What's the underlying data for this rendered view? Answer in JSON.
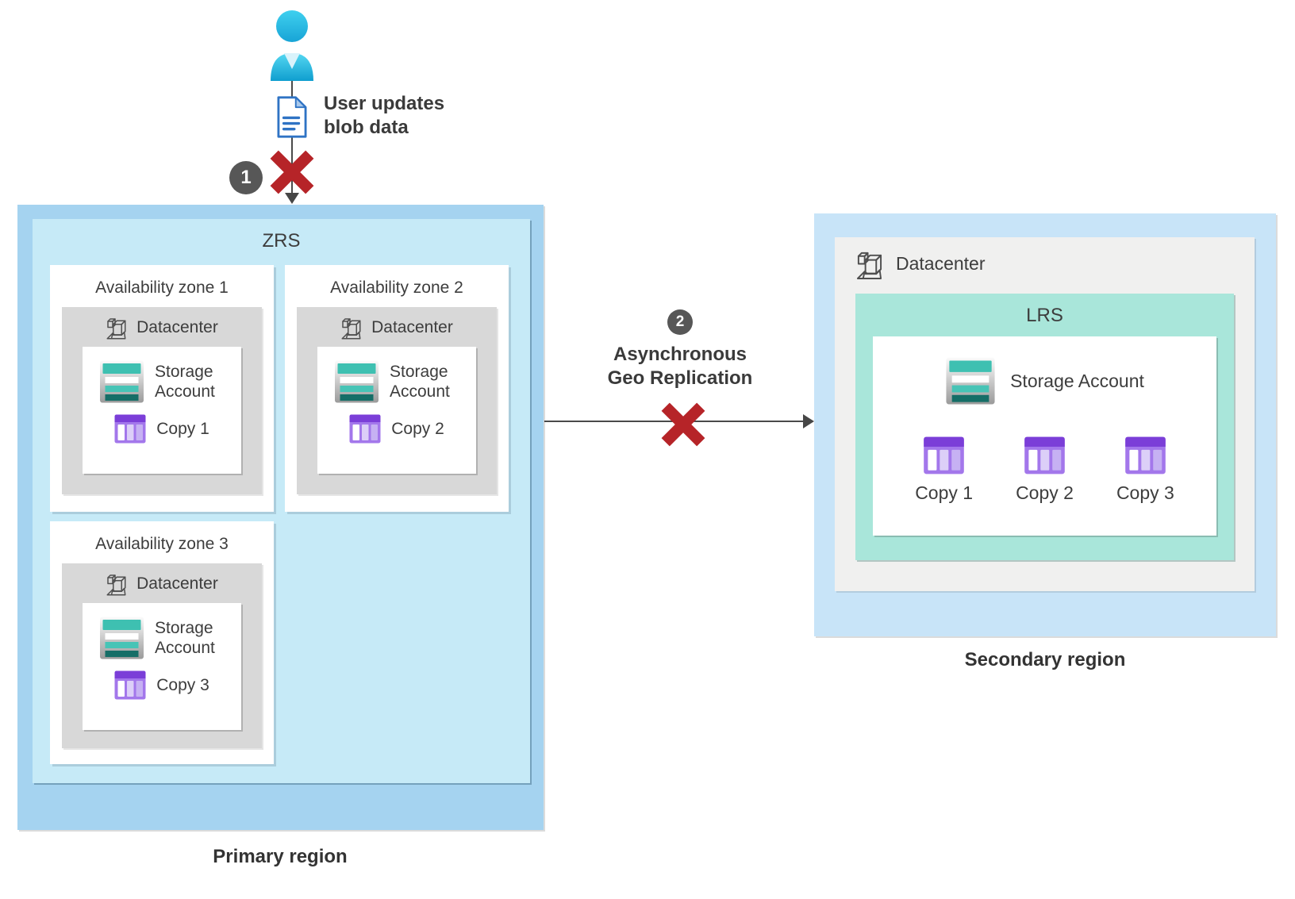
{
  "user_flow": {
    "label": "User updates blob data",
    "step1_badge": "1",
    "step2_badge": "2",
    "replication_label": "Asynchronous Geo Replication"
  },
  "primary": {
    "zrs_title": "ZRS",
    "region_label": "Primary region",
    "zones": [
      {
        "title": "Availability zone 1",
        "datacenter": "Datacenter",
        "storage": "Storage Account",
        "copy": "Copy 1"
      },
      {
        "title": "Availability zone 2",
        "datacenter": "Datacenter",
        "storage": "Storage Account",
        "copy": "Copy 2"
      },
      {
        "title": "Availability zone 3",
        "datacenter": "Datacenter",
        "storage": "Storage Account",
        "copy": "Copy 3"
      }
    ]
  },
  "secondary": {
    "region_label": "Secondary region",
    "datacenter": "Datacenter",
    "lrs_title": "LRS",
    "storage": "Storage Account",
    "copies": [
      "Copy 1",
      "Copy 2",
      "Copy 3"
    ]
  },
  "icons": {
    "user": "person-icon",
    "document": "blob-document-icon",
    "datacenter": "datacenter-icon",
    "storage_account": "storage-account-icon",
    "copy": "table-copy-icon",
    "failure": "red-x-icon",
    "flow": "arrow-icon"
  },
  "colors": {
    "primary_region_bg": "#a5d3f0",
    "zrs_panel_bg": "#c6eaf7",
    "secondary_region_bg": "#c8e4f8",
    "datacenter_dark_bg": "#d8d8d8",
    "datacenter_light_bg": "#f0f0ef",
    "lrs_panel_bg": "#a9e6da",
    "storage_teal": "#3ec0b1",
    "copy_purple": "#7b3ed8",
    "error_red": "#b62428",
    "badge_gray": "#575757",
    "text": "#3d3d3d"
  }
}
